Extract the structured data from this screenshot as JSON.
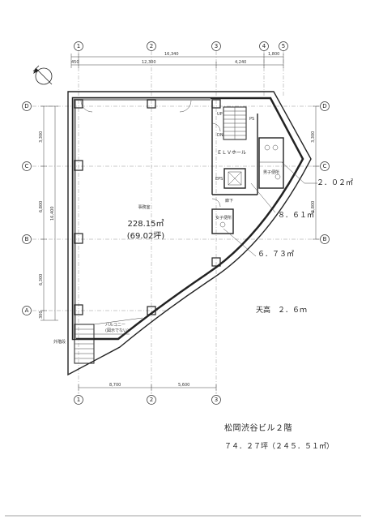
{
  "axes_top": [
    "1",
    "2",
    "3",
    "4",
    "5"
  ],
  "axes_bottom": [
    "1",
    "2",
    "3"
  ],
  "axes_left": [
    "D",
    "C",
    "B",
    "A"
  ],
  "axes_right": [
    "D",
    "C",
    "B"
  ],
  "dims_top": {
    "d1": "450",
    "total": "16,340",
    "d2": "12,300",
    "d3": "4,240",
    "d4": "1,800"
  },
  "dims_bottom": {
    "d1": "8,700",
    "d2": "5,600"
  },
  "dims_left": {
    "total": "16,400",
    "d1": "3,300",
    "d2": "6,800",
    "d3": "6,300",
    "d4": "300"
  },
  "dims_right": {
    "d1": "3,300",
    "d2": "5,800"
  },
  "rooms": {
    "office": "事務室",
    "office_area_m2": "228.15㎡",
    "office_area_tsubo": "(69.02坪)",
    "elv_hall": "ＥＬＶホール",
    "corridor": "廊下",
    "mens_wc": "男子便所",
    "womens_wc": "女子便所",
    "eps": "EPS",
    "ps": "PS",
    "up": "UP",
    "dn": "DN",
    "balcony": "バルコニー",
    "balcony_sub": "(図示でない)",
    "external_stair": "外階段"
  },
  "callouts": {
    "mens_wc_area": "２．０２㎡",
    "elv_area": "８．６１㎡",
    "womens_wc_area": "６．７３㎡"
  },
  "ceiling_height": "天高　２．６ｍ",
  "title": "松岡渋谷ビル２階",
  "subtitle": "７４．２７坪（２４５．５１㎡）",
  "colors": {
    "line": "#222222",
    "background": "#ffffff"
  }
}
